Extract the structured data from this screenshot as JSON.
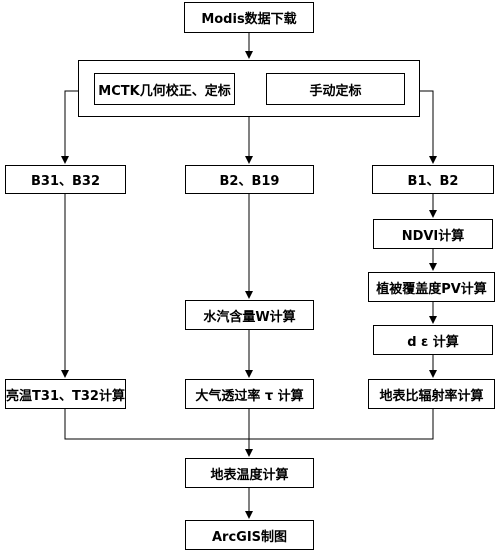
{
  "diagram": {
    "nodes": {
      "download": "Modis数据下载",
      "mctk": "MCTK几何校正、定标",
      "manual": "手动定标",
      "b31b32": "B31、B32",
      "b2b19": "B2、B19",
      "b1b2": "B1、B2",
      "ndvi": "NDVI计算",
      "water": "水汽含量W计算",
      "pv": "植被覆盖度PV计算",
      "de": "d ε 计算",
      "bright": "亮温T31、T32计算",
      "atmos": "大气透过率 τ 计算",
      "emis": "地表比辐射率计算",
      "lst": "地表温度计算",
      "arcgis": "ArcGIS制图"
    },
    "colors": {
      "stroke": "#000000",
      "fill": "#ffffff",
      "text": "#000000"
    }
  }
}
